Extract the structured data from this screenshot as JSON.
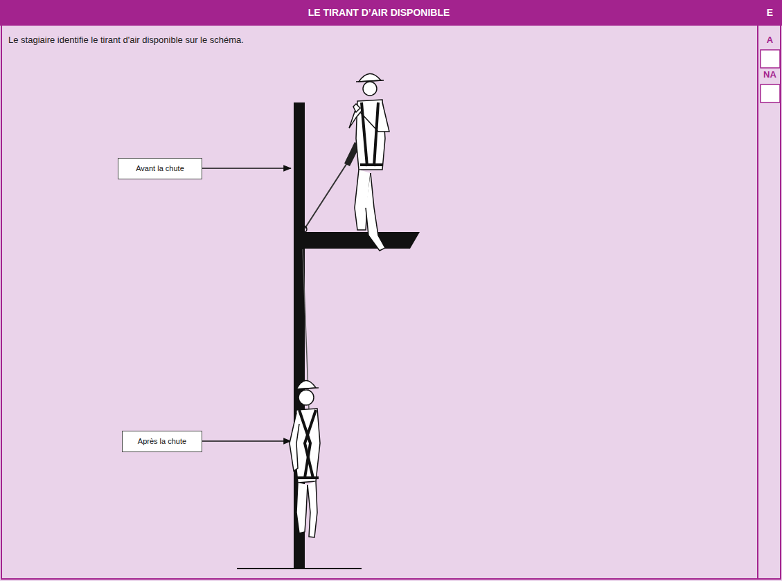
{
  "diagram": {
    "nodes": [
      {
        "text": [
          "LE TIRANT D’AIR DISPONIBLE",
          "E"
        ]
      },
      {
        "text": [
          "Avant la chute"
        ]
      },
      {
        "text": [
          "Après la chute"
        ]
      }
    ],
    "labels": [
      "Le stagiaire identifie le tirant d'air disponible sur le schéma.",
      "A",
      "NA"
    ]
  }
}
